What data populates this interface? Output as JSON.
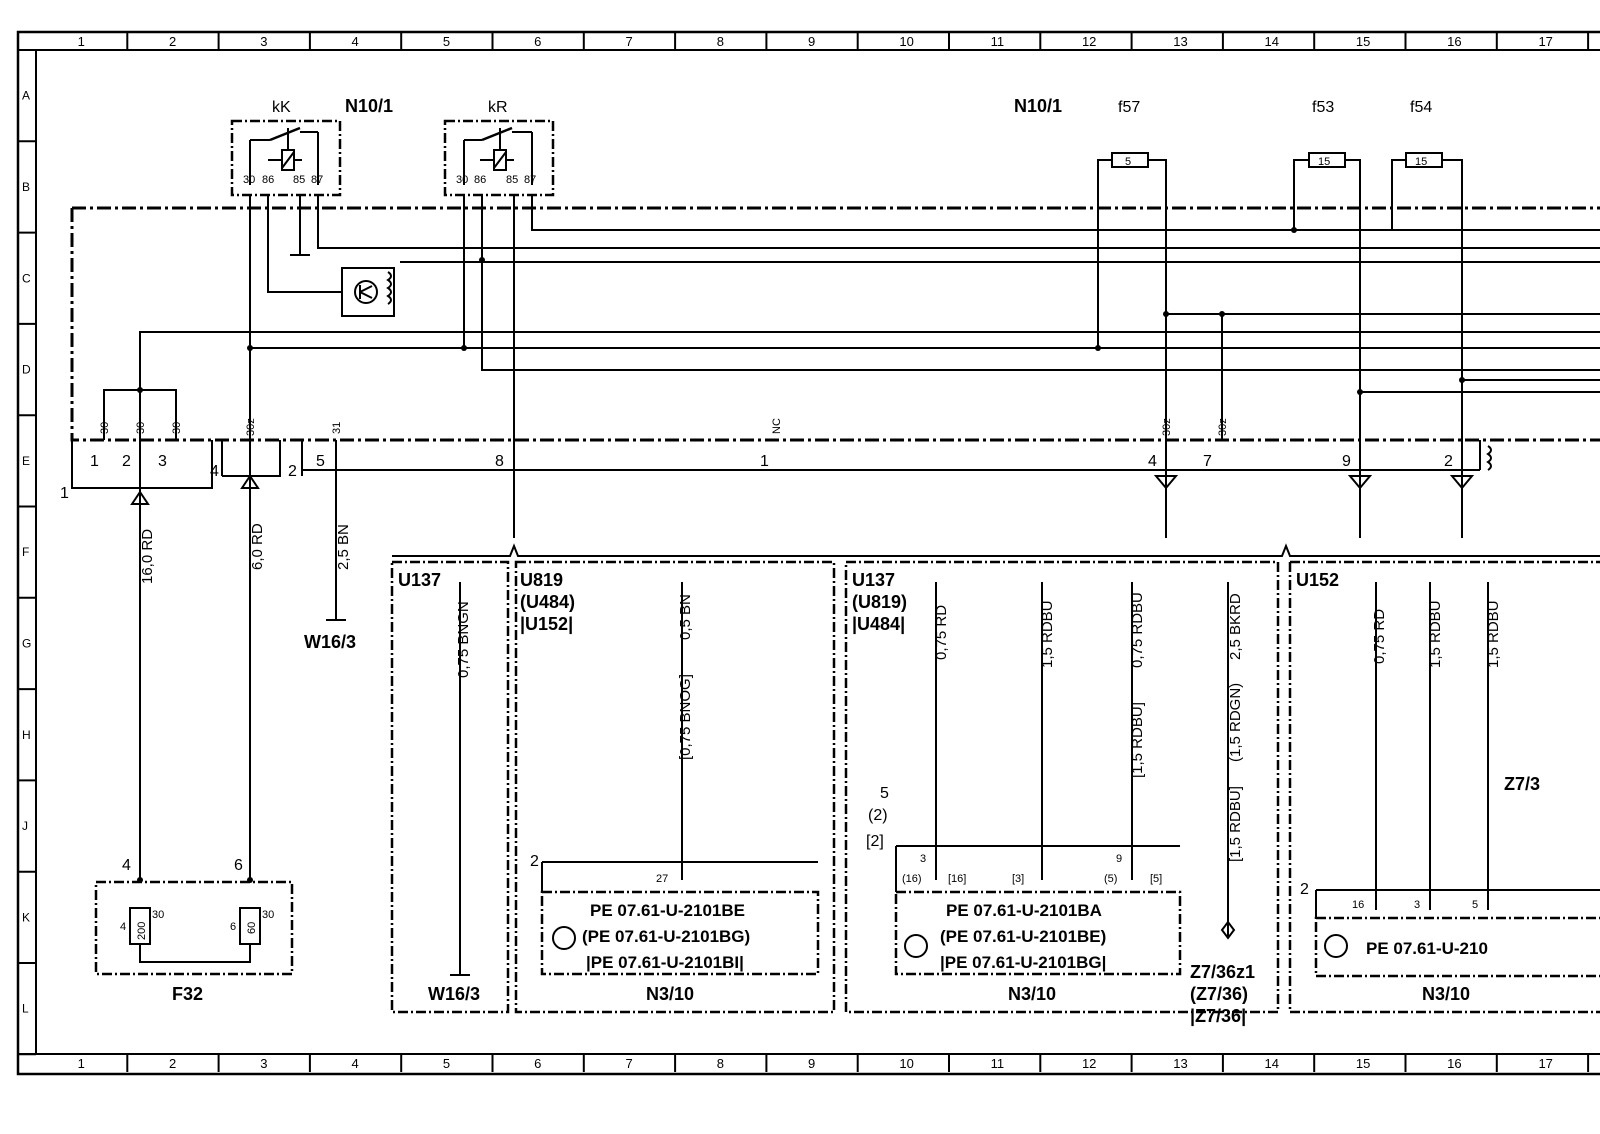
{
  "grid": {
    "columns": [
      "1",
      "2",
      "3",
      "4",
      "5",
      "6",
      "7",
      "8",
      "9",
      "10",
      "11",
      "12",
      "13",
      "14",
      "15",
      "16",
      "17"
    ],
    "rows": [
      "A",
      "B",
      "C",
      "D",
      "E",
      "F",
      "G",
      "H",
      "J",
      "K",
      "L"
    ]
  },
  "relays": {
    "kK": {
      "name": "kK",
      "pins": [
        "30",
        "86",
        "85",
        "87"
      ]
    },
    "kR": {
      "name": "kR",
      "pins": [
        "30",
        "86",
        "85",
        "87"
      ]
    }
  },
  "modules": {
    "n10_1_left": "N10/1",
    "n10_1_right": "N10/1",
    "f57": "f57",
    "f57_val": "5",
    "f53": "f53",
    "f53_val": "15",
    "f54": "f54",
    "f54_val": "15"
  },
  "connector_labels": {
    "p30a": "30",
    "p30b": "30",
    "p30c": "30",
    "p30z": "30z",
    "p31": "31",
    "nc": "NC",
    "p30z_r1": "30z",
    "p30z_r2": "30z",
    "n1": "1",
    "n2": "2",
    "n3": "3",
    "n4": "4",
    "n2b": "2",
    "n5": "5",
    "n8": "8",
    "n1b": "1",
    "n4b": "4",
    "n7": "7",
    "n9": "9",
    "n2c": "2",
    "g1": "1"
  },
  "wires": {
    "w1": "16,0  RD",
    "w2": "6,0  RD",
    "w3": "2,5  BN",
    "w4": "0,75  BNGN",
    "w5": "0,5  BN",
    "w5b": "[0,75  BNOG]",
    "w6": "0,75  RD",
    "w7": "1,5  RDBU",
    "w8": "0,75  RDBU",
    "w8b": "[1,5  RDBU]",
    "w9": "2,5  BKRD",
    "w9b": "(1,5  RDGN)",
    "w9c": "[1,5  RDBU]",
    "w10": "0,75  RD",
    "w11": "1,5  RDBU",
    "w12": "1,5  RDBU"
  },
  "refs": {
    "w16_3_a": "W16/3",
    "w16_3_b": "W16/3",
    "f32": "F32",
    "fuse200": "200",
    "fuse60": "60",
    "fuse_pin4": "4",
    "fuse_pin30a": "30",
    "fuse_pin6": "6",
    "fuse_pin30b": "30",
    "fuse_top4": "4",
    "fuse_top6": "6",
    "u137_a": "U137",
    "u819_a": "U819",
    "u484_a": "(U484)",
    "u152_a": "|U152|",
    "u137_b": "U137",
    "u819_b": "(U819)",
    "u484_b": "|U484|",
    "u152_c": "U152",
    "z7_36z1": "Z7/36z1",
    "z7_36_a": "(Z7/36)",
    "z7_36_b": "|Z7/36|",
    "z7_3": "Z7/3",
    "n3_10_a": "N3/10",
    "n3_10_b": "N3/10",
    "n3_10_c": "N3/10"
  },
  "boxes": {
    "a_pin": "27",
    "a_two": "2",
    "a_pe1": "PE  07.61-U-2101BE",
    "a_pe2": "(PE  07.61-U-2101BG)",
    "a_pe3": "|PE  07.61-U-2101BI|",
    "b_five": "5",
    "b_five2": "(2)",
    "b_five3": "[2]",
    "b_p3": "3",
    "b_p16": "(16)",
    "b_p16b": "[16]",
    "b_p3b": "[3]",
    "b_p9": "9",
    "b_p5": "(5)",
    "b_p5b": "[5]",
    "b_pe1": "PE  07.61-U-2101BA",
    "b_pe2": "(PE  07.61-U-2101BE)",
    "b_pe3": "|PE  07.61-U-2101BG|",
    "c_two": "2",
    "c_p16": "16",
    "c_p3": "3",
    "c_p5": "5",
    "c_pe1": "PE  07.61-U-210"
  }
}
